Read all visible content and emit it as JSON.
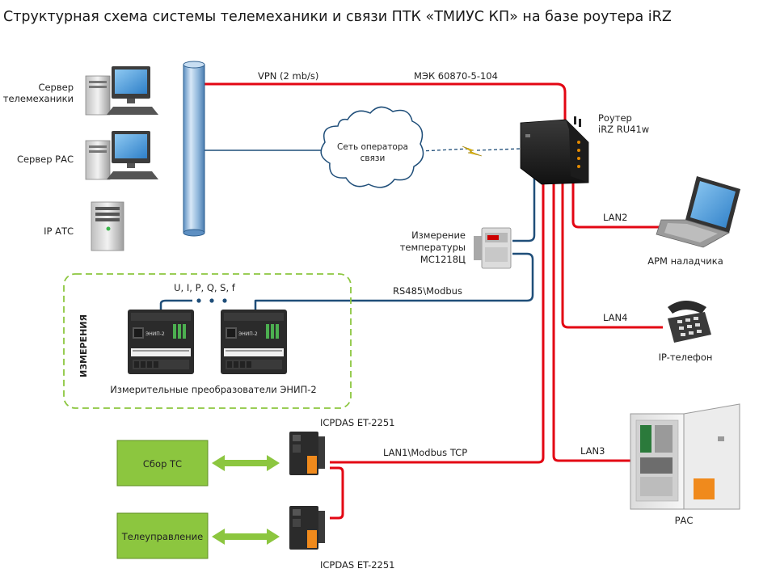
{
  "title": "Структурная схема системы телемеханики и связи ПТК «ТМИУС КП» на базе роутера iRZ",
  "colors": {
    "ethernet": "#e30613",
    "serial": "#1f4e79",
    "cloud": "#1f4e79",
    "measure_border": "#8cc63f",
    "green_box": "#8cc63f",
    "arrow": "#8cc63f"
  },
  "servers": {
    "telemech": [
      "Сервер",
      "телемеханики"
    ],
    "rac": "Сервер РАС",
    "ipats": "IP АТС"
  },
  "network": {
    "vpn": "VPN (2 mb/s)",
    "protocol": "МЭК 60870-5-104",
    "operator": [
      "Сеть оператора",
      "связи"
    ]
  },
  "router": [
    "Роутер",
    "iRZ RU41w"
  ],
  "temp": [
    "Измерение",
    "температуры",
    "МС1218Ц"
  ],
  "rs485": "RS485\\Modbus",
  "measure": {
    "group_label": "ИЗМЕРЕНИЯ",
    "params": "U, I, P, Q, S, f",
    "caption": "Измерительные преобразователи ЭНИП-2",
    "device_brand": "ЭНИП-2"
  },
  "links": {
    "lan2": "LAN2",
    "lan4": "LAN4",
    "lan3": "LAN3",
    "lan1": "LAN1\\Modbus TCP"
  },
  "devices": {
    "laptop": "АРМ наладчика",
    "phone": "IP-телефон",
    "cabinet": "РАС",
    "icpdas_top": "ICPDAS ET-2251",
    "icpdas_bottom": "ICPDAS ET-2251"
  },
  "boxes": {
    "ts": "Сбор ТС",
    "tu": "Телеуправление"
  }
}
